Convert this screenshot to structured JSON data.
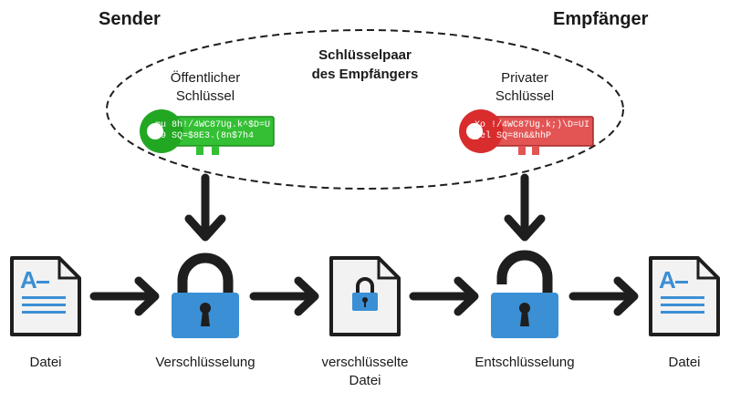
{
  "headers": {
    "sender": "Sender",
    "receiver": "Empfänger"
  },
  "key_pair": {
    "line1": "Schlüsselpaar",
    "line2": "des Empfängers"
  },
  "public_key": {
    "line1": "Öffentlicher",
    "line2": "Schlüssel",
    "code1": "mu  8h!/4WC87Ug.k^$D=U",
    "code2": "79  SQ=$8E3.(8n$7h4",
    "color": "#2eb82e"
  },
  "private_key": {
    "line1": "Privater",
    "line2": "Schlüssel",
    "code1": "Xo  !/4WC87Ug.k;)\\D=UI",
    "code2": "(el  SQ=8n&&hhP",
    "color": "#e03a3a"
  },
  "steps": {
    "file_in": "Datei",
    "encryption": "Verschlüsselung",
    "encrypted_file_1": "verschlüsselte",
    "encrypted_file_2": "Datei",
    "decryption": "Entschlüsselung",
    "file_out": "Datei"
  },
  "colors": {
    "lock_body": "#3b8fd4",
    "arrow": "#1e1e1e",
    "doc_accent": "#3b8fd4"
  }
}
